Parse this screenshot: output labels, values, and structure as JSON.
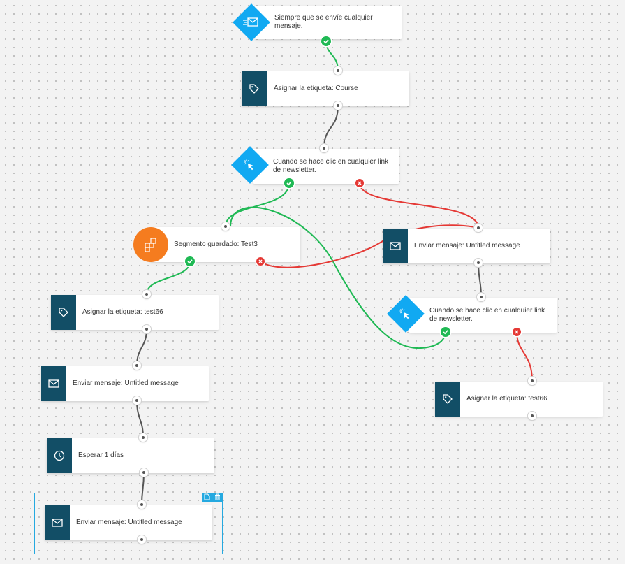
{
  "nodes": [
    {
      "id": "trigger-send",
      "label": "Siempre que se envíe cualquier mensaje.",
      "icon": "email-send-icon"
    },
    {
      "id": "tag-course",
      "label": "Asignar la etiqueta: Course",
      "icon": "tag-icon"
    },
    {
      "id": "click-1",
      "label": "Cuando se hace clic en cualquier link de newsletter.",
      "icon": "cursor-click-icon"
    },
    {
      "id": "segment",
      "label": "Segmento guardado: Test3",
      "icon": "segment-icon"
    },
    {
      "id": "send-right",
      "label": "Enviar mensaje: Untitled message",
      "icon": "envelope-icon"
    },
    {
      "id": "click-2",
      "label": "Cuando se hace clic en cualquier link de newsletter.",
      "icon": "cursor-click-icon"
    },
    {
      "id": "tag-test66-left",
      "label": "Asignar la etiqueta: test66",
      "icon": "tag-icon"
    },
    {
      "id": "send-left",
      "label": "Enviar mensaje: Untitled message",
      "icon": "envelope-icon"
    },
    {
      "id": "tag-test66-right",
      "label": "Asignar la etiqueta: test66",
      "icon": "tag-icon"
    },
    {
      "id": "wait",
      "label": "Esperar 1 días",
      "icon": "clock-icon"
    },
    {
      "id": "send-selected",
      "label": "Enviar mensaje: Untitled message",
      "icon": "envelope-icon"
    }
  ],
  "selection_tools": [
    "copy-icon",
    "trash-icon"
  ],
  "colors": {
    "yes": "#1fb954",
    "no": "#e53935",
    "neutral": "#555555",
    "action": "#124e66",
    "trigger": "#11a9f2",
    "condition": "#f57c1f",
    "selection": "#25a9e0"
  }
}
